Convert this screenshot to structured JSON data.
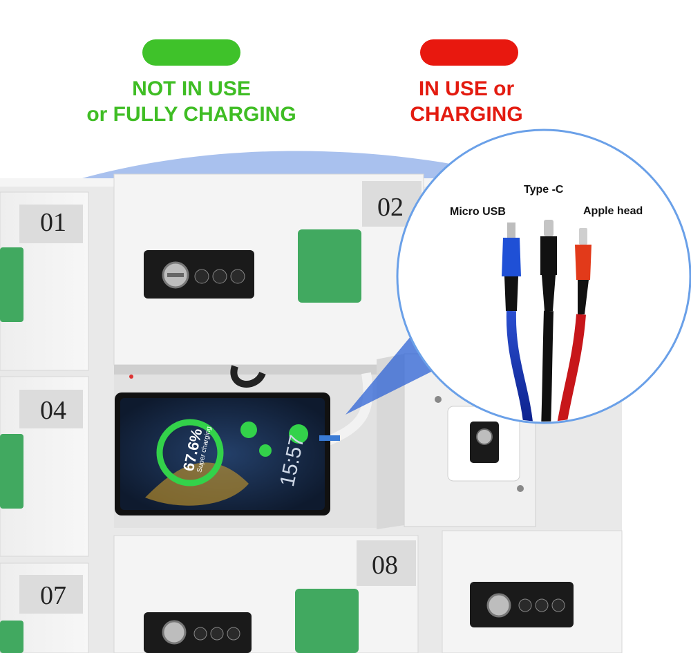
{
  "legend": {
    "available": {
      "line1": "NOT IN USE",
      "line2": "or FULLY CHARGING",
      "color": "#3fc22a"
    },
    "in_use": {
      "line1": "IN USE or",
      "line2": "CHARGING",
      "color": "#e8180f"
    }
  },
  "lockers": [
    "01",
    "02",
    "04",
    "07",
    "08"
  ],
  "cables": {
    "micro": "Micro USB",
    "typec": "Type -C",
    "apple": "Apple head"
  },
  "phone": {
    "percent": "67.6%",
    "status": "Super charging",
    "time": "15:57"
  }
}
